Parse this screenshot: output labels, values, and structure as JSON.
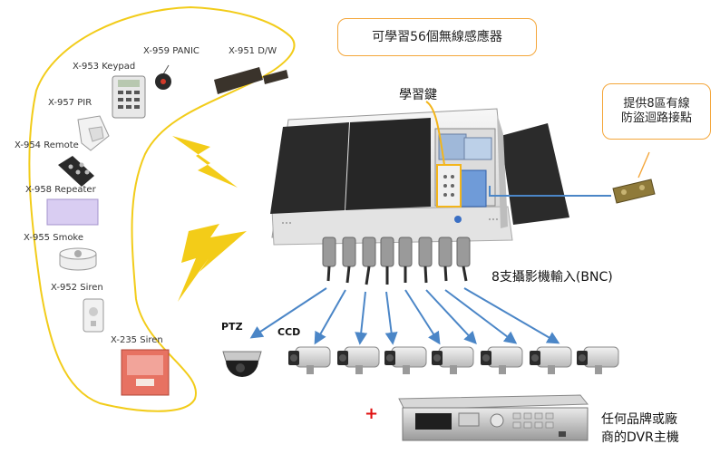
{
  "sensors": [
    {
      "key": "x959",
      "label": "X-959 PANIC",
      "icon": "panic-button-icon"
    },
    {
      "key": "x951",
      "label": "X-951 D/W",
      "icon": "door-window-sensor-icon"
    },
    {
      "key": "x953",
      "label": "X-953 Keypad",
      "icon": "keypad-icon"
    },
    {
      "key": "x957",
      "label": "X-957 PIR",
      "icon": "pir-sensor-icon"
    },
    {
      "key": "x954",
      "label": "X-954 Remote",
      "icon": "remote-icon"
    },
    {
      "key": "x958",
      "label": "X-958 Repeater",
      "icon": "repeater-icon"
    },
    {
      "key": "x955",
      "label": "X-955 Smoke",
      "icon": "smoke-detector-icon"
    },
    {
      "key": "x952",
      "label": "X-952 Siren",
      "icon": "siren-icon"
    },
    {
      "key": "x235",
      "label": "X-235 Siren",
      "icon": "siren-box-icon"
    }
  ],
  "callouts": {
    "learn56": "可學習56個無線感應器",
    "learn_key": "學習鍵",
    "wired_zones_line1": "提供8區有線",
    "wired_zones_line2": "防盜迴路接點"
  },
  "bnc_label": "8支攝影機輸入(BNC)",
  "camera_labels": {
    "ptz": "PTZ",
    "ccd": "CCD"
  },
  "dvr_label_line1": "任何品牌或廠",
  "dvr_label_line2": "商的DVR主機",
  "plus": "+",
  "colors": {
    "outline": "#f2cc1a",
    "wireless": "#f3cc18",
    "arrow": "#4b86c7",
    "callout_border": "#f4a63a",
    "plus": "#e01010"
  }
}
